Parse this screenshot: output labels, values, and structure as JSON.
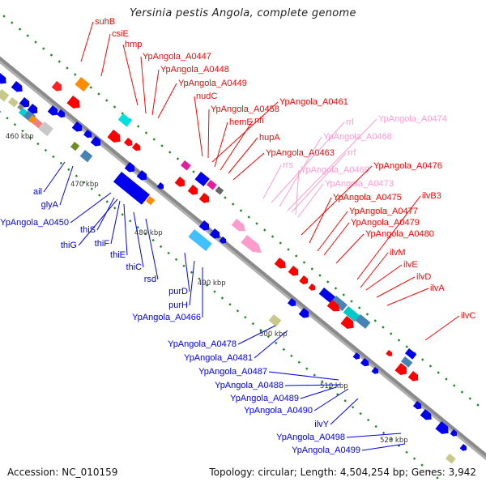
{
  "title": "Yersinia pestis Angola, complete genome",
  "footer": {
    "accession": "Accession: NC_010159",
    "summary": "Topology: circular; Length: 4,504,254 bp; Genes: 3,942"
  },
  "colors": {
    "backbone": "#8a8a8a",
    "tick": "#1a8a1a",
    "forward_label": "#ff0000",
    "reverse_label": "#0000ee",
    "rna_label": "#ff9ccc",
    "kbp_text": "#333333"
  },
  "kbp_marks": [
    "460 kbp",
    "470 kbp",
    "480 kbp",
    "490 kbp",
    "500 kbp",
    "510 kbp",
    "520 kbp"
  ],
  "labels_forward": [
    {
      "text": "suhB",
      "color": "red"
    },
    {
      "text": "csiE",
      "color": "red"
    },
    {
      "text": "hmp",
      "color": "red"
    },
    {
      "text": "YpAngola_A0447",
      "color": "red"
    },
    {
      "text": "YpAngola_A0448",
      "color": "red"
    },
    {
      "text": "YpAngola_A0449",
      "color": "red"
    },
    {
      "text": "nudC",
      "color": "red"
    },
    {
      "text": "YpAngola_A0458",
      "color": "red"
    },
    {
      "text": "YpAngola_A0461",
      "color": "red"
    },
    {
      "text": "hemE",
      "color": "red"
    },
    {
      "text": "nfi",
      "color": "red"
    },
    {
      "text": "hupA",
      "color": "red"
    },
    {
      "text": "YpAngola_A0463",
      "color": "red"
    },
    {
      "text": "rrs",
      "color": "pink"
    },
    {
      "text": "rrl",
      "color": "pink"
    },
    {
      "text": "YpAngola_A0468",
      "color": "pink"
    },
    {
      "text": "YpAngola_A0474",
      "color": "pink"
    },
    {
      "text": "rrf",
      "color": "pink"
    },
    {
      "text": "YpAngola_A0469",
      "color": "pink"
    },
    {
      "text": "YpAngola_A0473",
      "color": "pink"
    },
    {
      "text": "YpAngola_A0476",
      "color": "red"
    },
    {
      "text": "YpAngola_A0475",
      "color": "red"
    },
    {
      "text": "ilvB3",
      "color": "red"
    },
    {
      "text": "YpAngola_A0477",
      "color": "red"
    },
    {
      "text": "YpAngola_A0479",
      "color": "red"
    },
    {
      "text": "YpAngola_A0480",
      "color": "red"
    },
    {
      "text": "ilvM",
      "color": "red"
    },
    {
      "text": "ilvE",
      "color": "red"
    },
    {
      "text": "ilvD",
      "color": "red"
    },
    {
      "text": "ilvA",
      "color": "red"
    },
    {
      "text": "ilvC",
      "color": "red"
    }
  ],
  "labels_reverse": [
    {
      "text": "ail"
    },
    {
      "text": "glyA"
    },
    {
      "text": "YpAngola_A0450"
    },
    {
      "text": "thiS"
    },
    {
      "text": "thiG"
    },
    {
      "text": "thiF"
    },
    {
      "text": "thiE"
    },
    {
      "text": "thiC"
    },
    {
      "text": "rsd"
    },
    {
      "text": "purD"
    },
    {
      "text": "purH"
    },
    {
      "text": "YpAngola_A0466"
    },
    {
      "text": "YpAngola_A0478"
    },
    {
      "text": "YpAngola_A0481"
    },
    {
      "text": "YpAngola_A0487"
    },
    {
      "text": "YpAngola_A0488"
    },
    {
      "text": "YpAngola_A0489"
    },
    {
      "text": "YpAngola_A0490"
    },
    {
      "text": "ilvY"
    },
    {
      "text": "YpAngola_A0498"
    },
    {
      "text": "YpAngola_A0499"
    }
  ]
}
